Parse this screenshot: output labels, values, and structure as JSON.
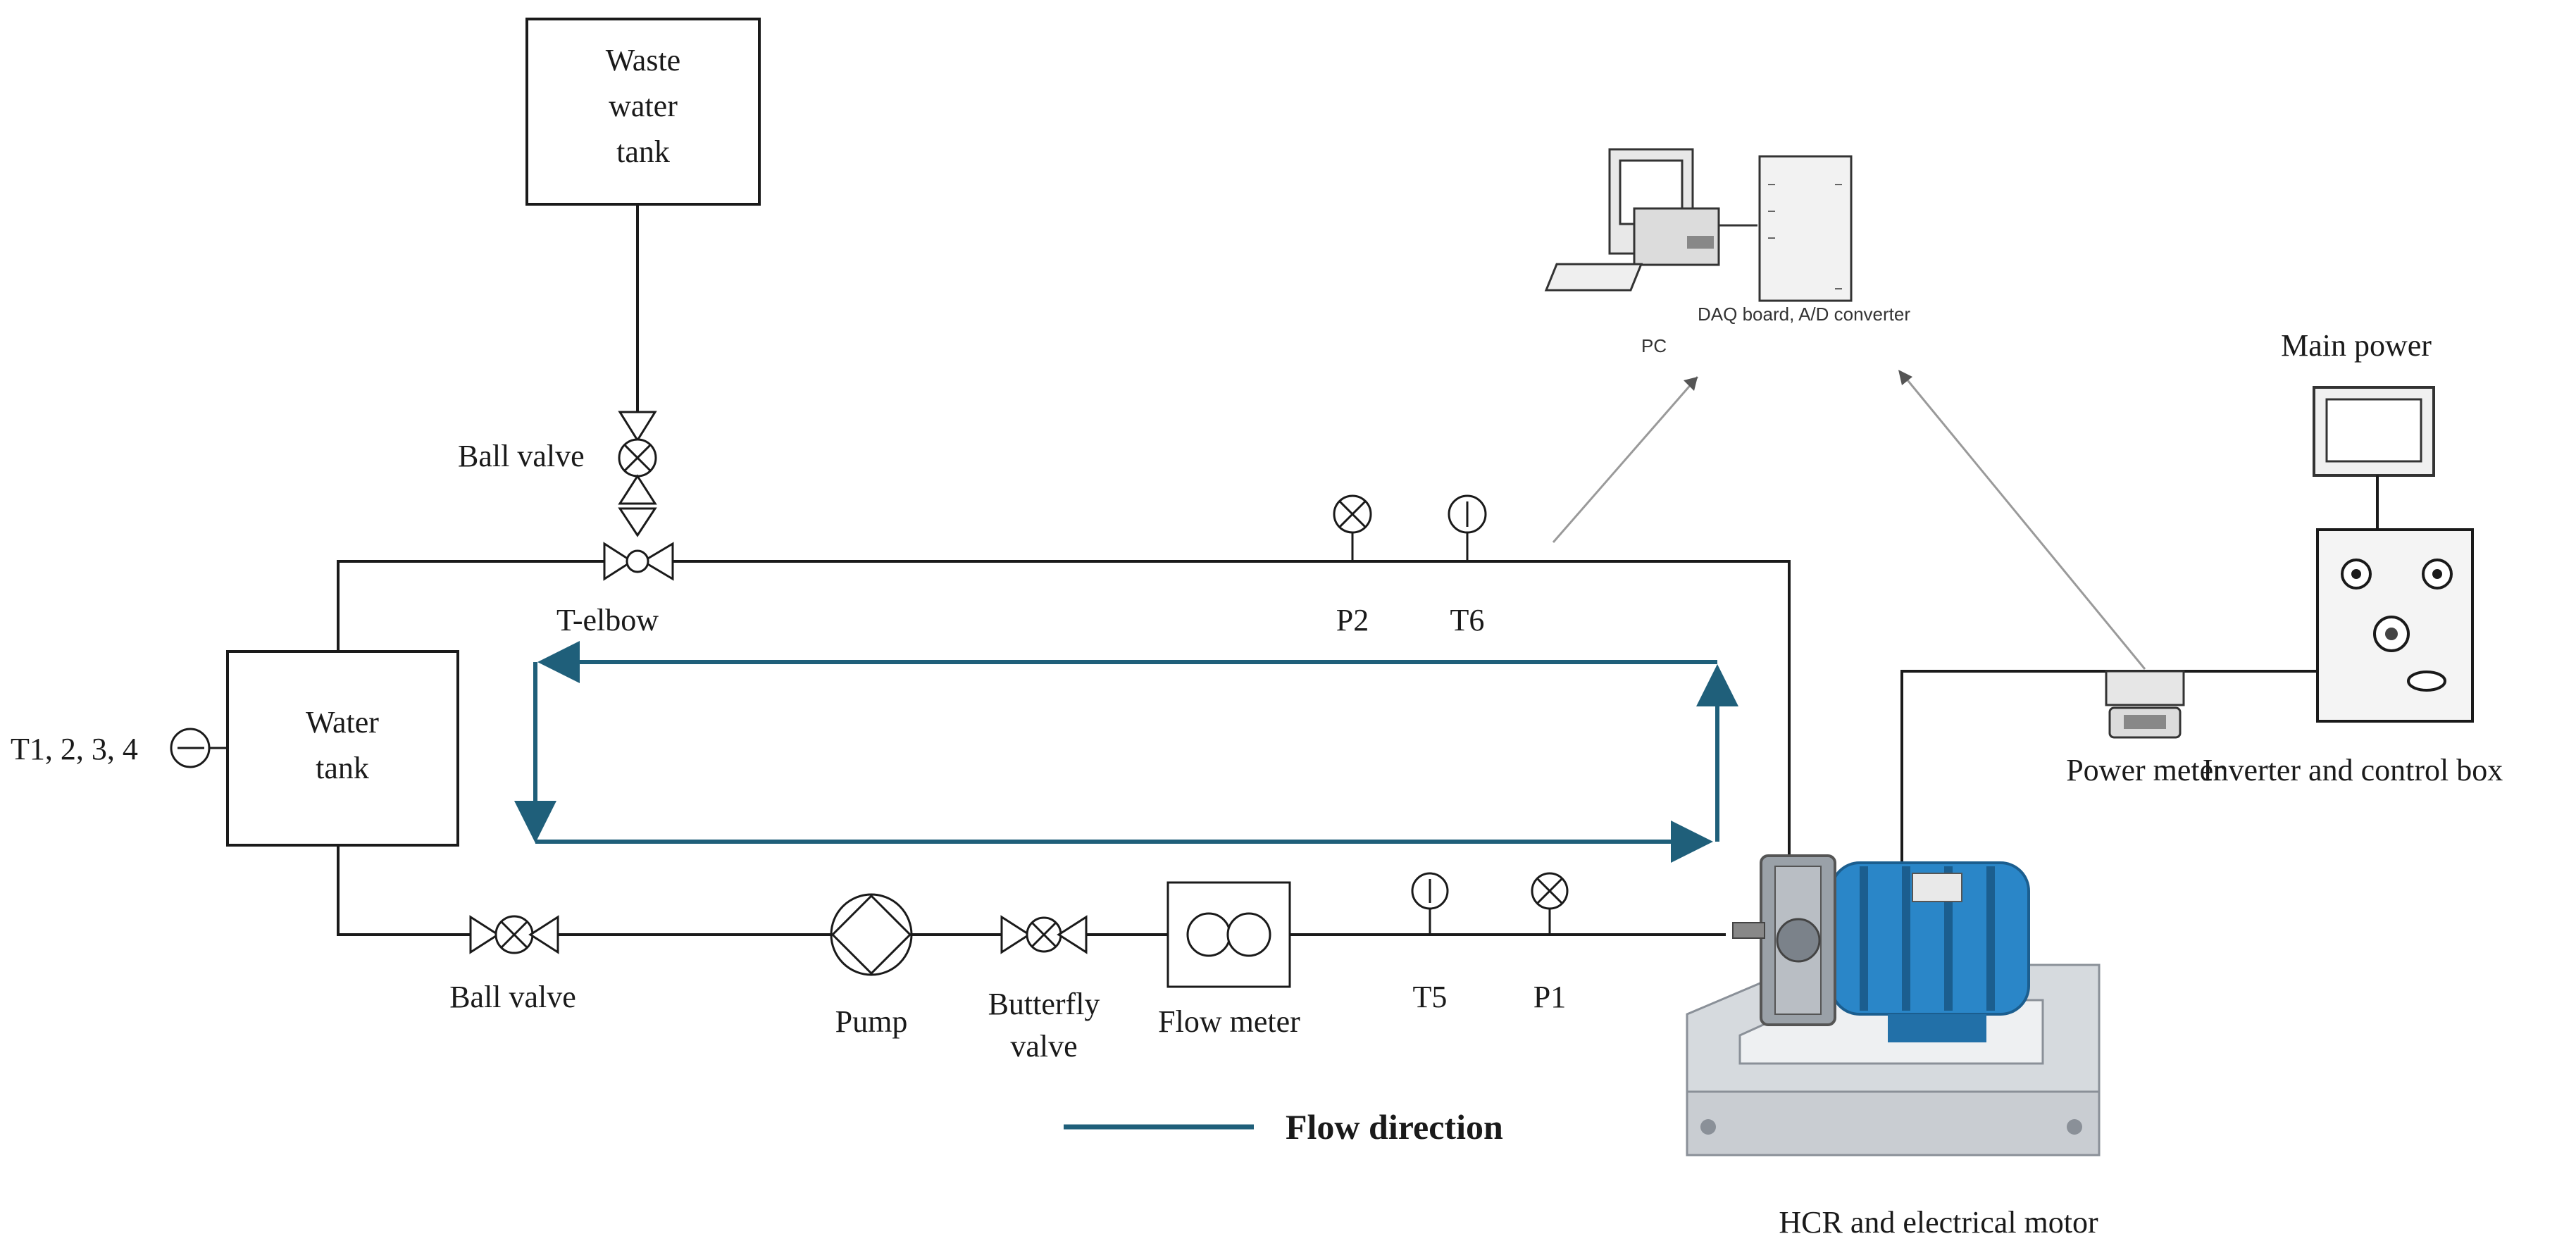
{
  "labels": {
    "waste_tank": [
      "Waste",
      "water",
      "tank"
    ],
    "water_tank": [
      "Water",
      "tank"
    ],
    "ball_valve_top": "Ball valve",
    "t_elbow": "T-elbow",
    "t1234": "T1, 2, 3, 4",
    "ball_valve_bottom": "Ball valve",
    "pump": "Pump",
    "butterfly_valve": [
      "Butterfly",
      "valve"
    ],
    "flow_meter": "Flow meter",
    "t5": "T5",
    "p1": "P1",
    "p2": "P2",
    "t6": "T6",
    "pc": "PC",
    "daq": "DAQ board, A/D converter",
    "main_power": "Main power",
    "power_meter": "Power meter",
    "inverter": "Inverter and control box",
    "hcr_motor": "HCR and electrical motor",
    "flow_direction": "Flow direction"
  },
  "colors": {
    "flow": "#1f5f7a",
    "line": "#1a1a1a",
    "signal": "#9a9a9a",
    "motor_blue": "#2a86c8",
    "frame_gray": "#c9cdd2"
  }
}
